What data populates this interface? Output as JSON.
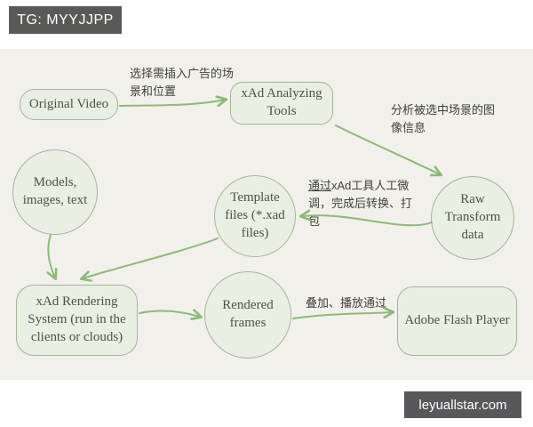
{
  "header": {
    "badge_label": "TG: MYYJJPP"
  },
  "footer": {
    "site_label": "leyuallstar.com"
  },
  "colors": {
    "header_bg": "#595a57",
    "footer_bg": "#58585a",
    "canvas_bg": "#f1f0ea",
    "node_fill": "#e9efe2",
    "node_border": "#a6b399",
    "node_text": "#50514a",
    "arrow_green": "#8fb87b",
    "annotation_text": "#40413a"
  },
  "diagram": {
    "nodes": [
      {
        "id": "original-video",
        "shape": "rounded-rect",
        "label": "Original Video"
      },
      {
        "id": "xad-analyzing-tools",
        "shape": "rounded-rect",
        "label": "xAd Analyzing Tools"
      },
      {
        "id": "models-images-text",
        "shape": "circle",
        "label": "Models, images, text"
      },
      {
        "id": "template-files",
        "shape": "circle",
        "label": "Template files (*.xad files)"
      },
      {
        "id": "raw-transform-data",
        "shape": "circle",
        "label": "Raw Transform data"
      },
      {
        "id": "xad-rendering-system",
        "shape": "rounded-rect",
        "label": "xAd Rendering System (run in the clients or clouds)"
      },
      {
        "id": "rendered-frames",
        "shape": "circle",
        "label": "Rendered frames"
      },
      {
        "id": "adobe-flash-player",
        "shape": "rounded-rect",
        "label": "Adobe Flash Player"
      }
    ],
    "annotations": [
      {
        "id": "select-scene",
        "text": "选择需插入广告的场景和位置"
      },
      {
        "id": "analyze-scene",
        "text": "分析被选中场景的图像信息"
      },
      {
        "id": "fine-tune",
        "text_underlined": "通过",
        "text": "xAd工具人工微调，完成后转换、打包"
      },
      {
        "id": "overlay-play",
        "text": "叠加、播放通过"
      }
    ],
    "edges": [
      {
        "from": "original-video",
        "to": "xad-analyzing-tools"
      },
      {
        "from": "xad-analyzing-tools",
        "to": "raw-transform-data"
      },
      {
        "from": "raw-transform-data",
        "to": "template-files"
      },
      {
        "from": "models-images-text",
        "to": "xad-rendering-system"
      },
      {
        "from": "template-files",
        "to": "xad-rendering-system"
      },
      {
        "from": "xad-rendering-system",
        "to": "rendered-frames"
      },
      {
        "from": "rendered-frames",
        "to": "adobe-flash-player"
      }
    ]
  }
}
